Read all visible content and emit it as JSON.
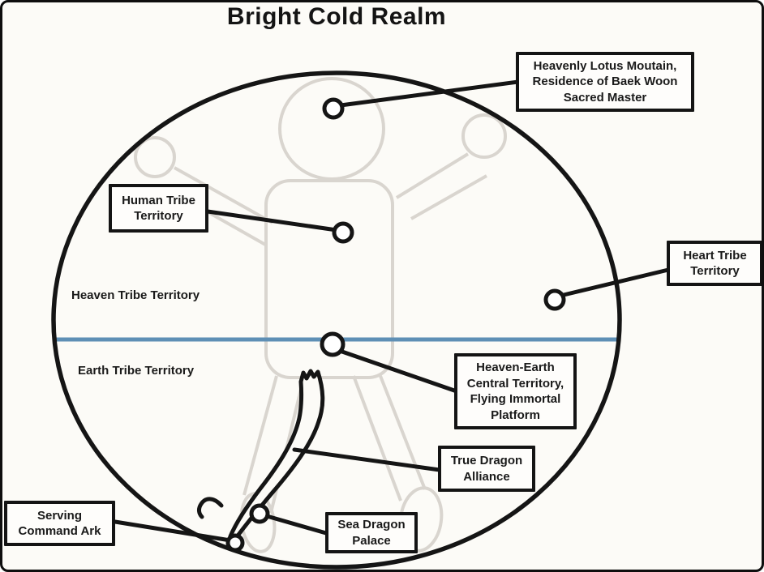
{
  "title": "Bright Cold Realm",
  "regions": {
    "heaven": "Heaven Tribe Territory",
    "earth": "Earth Tribe Territory"
  },
  "callouts": {
    "lotus": {
      "label": "Heavenly Lotus Moutain,\nResidence of Baek Woon\nSacred Master"
    },
    "human": {
      "label": "Human Tribe\nTerritory"
    },
    "heart": {
      "label": "Heart Tribe\nTerritory"
    },
    "heaven_earth": {
      "label": "Heaven-Earth\nCentral Territory,\nFlying Immortal\nPlatform"
    },
    "true_dragon": {
      "label": "True Dragon\nAlliance"
    },
    "sea_dragon": {
      "label": "Sea Dragon\nPalace"
    },
    "serving_ark": {
      "label": "Serving\nCommand Ark"
    }
  },
  "colors": {
    "ink": "#151515",
    "accent_blue": "#5e8fb5",
    "figure_gray": "#d9d5cf"
  }
}
